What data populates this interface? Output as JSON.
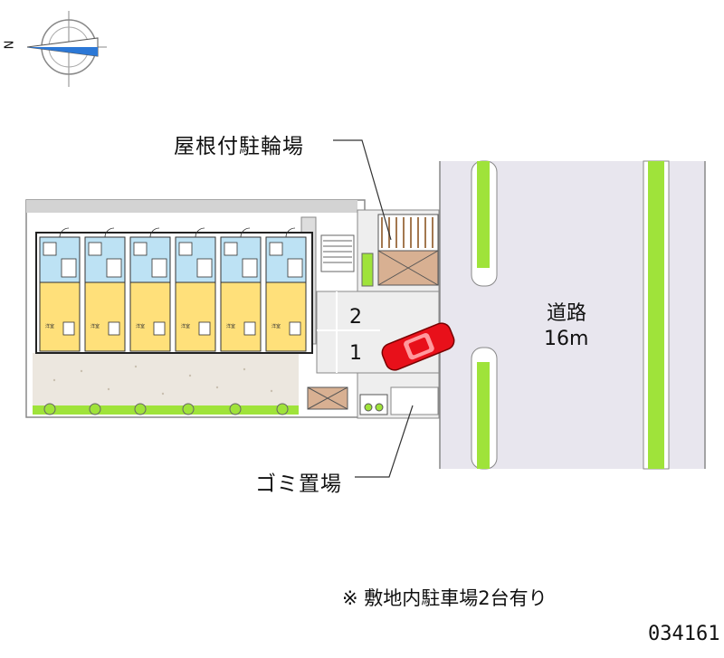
{
  "compass": {
    "north_label": "N",
    "icon": "compass-rose-icon"
  },
  "road": {
    "name": "道路",
    "width": "16m"
  },
  "labels": {
    "bike_parking": "屋根付駐輪場",
    "garbage": "ゴミ置場"
  },
  "parking_spaces": [
    "1",
    "2"
  ],
  "unit_text": {
    "room": "洋室"
  },
  "note": "※ 敷地内駐車場2台有り",
  "code": "034161",
  "colors": {
    "road": "#e8e6ee",
    "median": "#9fe33a",
    "room": "#ffe07a",
    "wet": "#bde2f4",
    "bike": "#d8b092",
    "car": "#e8101a",
    "gravel": "#ece7df"
  }
}
